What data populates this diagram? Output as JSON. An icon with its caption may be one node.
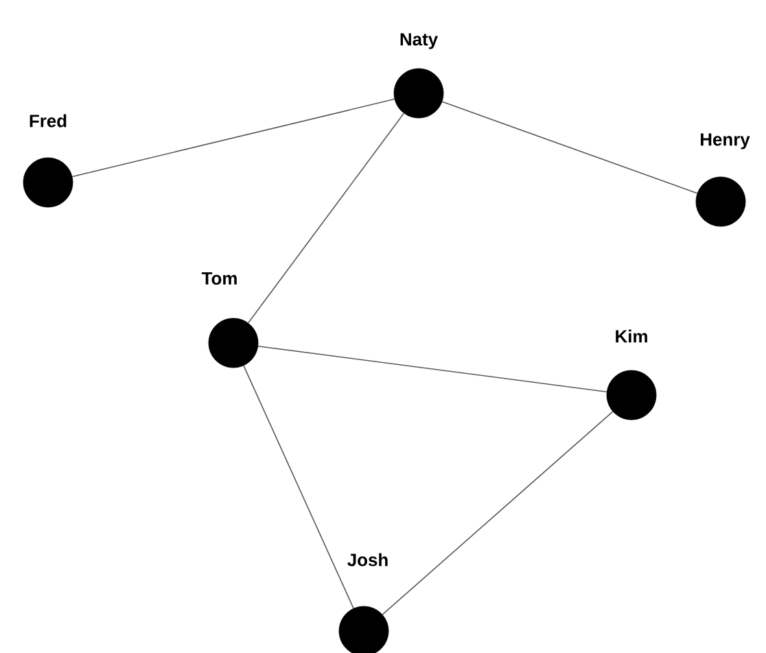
{
  "diagram": {
    "nodes": [
      {
        "text": [
          "Naty"
        ]
      },
      {
        "text": [
          "Fred"
        ]
      },
      {
        "text": [
          "Henry"
        ]
      },
      {
        "text": [
          "Tom"
        ]
      },
      {
        "text": [
          "Kim"
        ]
      },
      {
        "text": [
          "Josh"
        ]
      }
    ],
    "edges": [
      {
        "from": 1,
        "to": 0,
        "arrow": "none"
      },
      {
        "from": 0,
        "to": 2,
        "arrow": "none"
      },
      {
        "from": 0,
        "to": 3,
        "arrow": "none"
      },
      {
        "from": 3,
        "to": 4,
        "arrow": "none"
      },
      {
        "from": 3,
        "to": 5,
        "arrow": "none"
      },
      {
        "from": 4,
        "to": 5,
        "arrow": "none"
      }
    ]
  }
}
